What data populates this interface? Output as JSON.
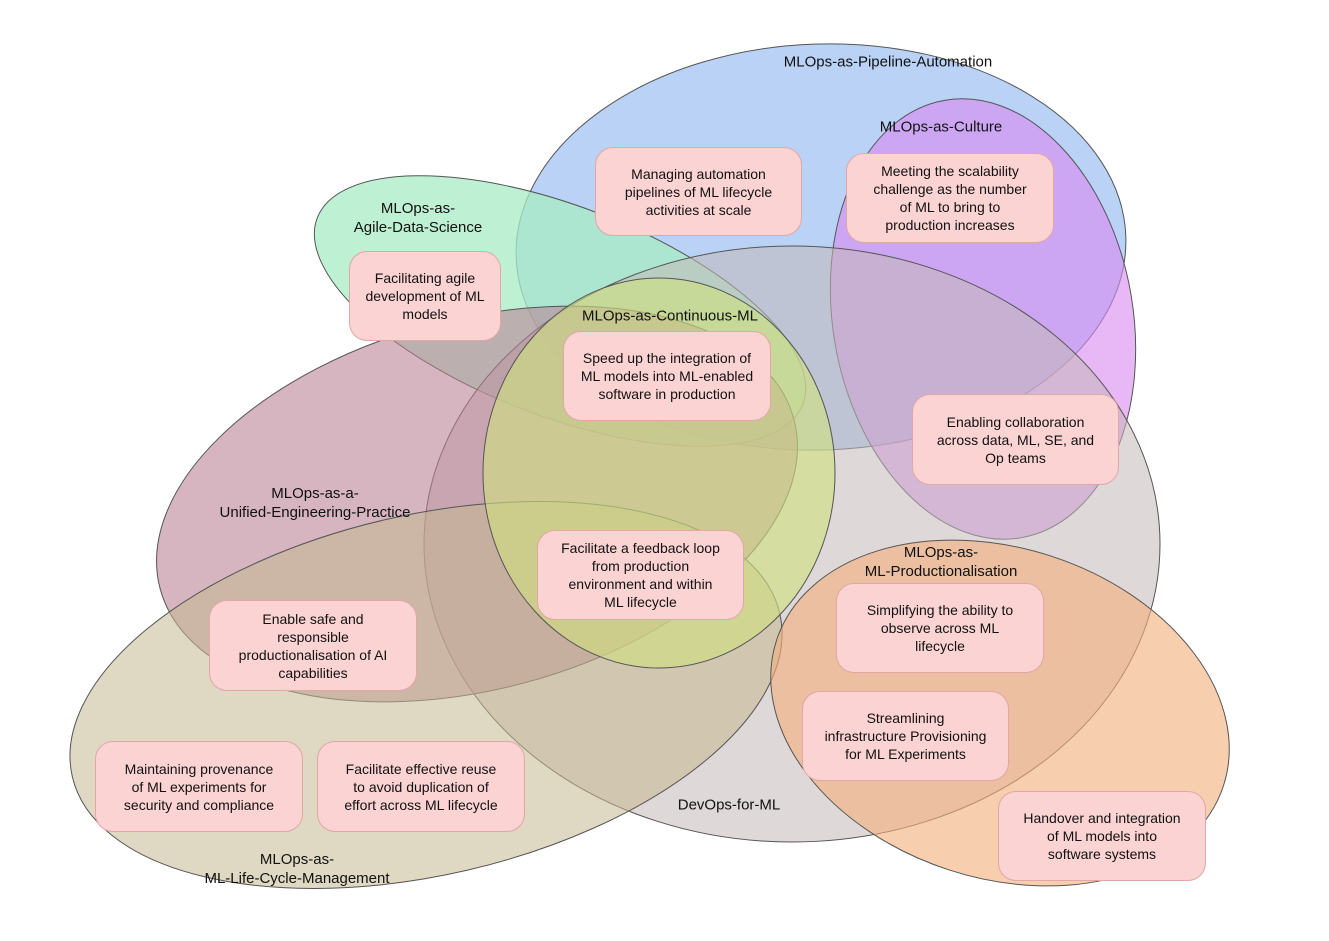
{
  "groups": {
    "pipeline_automation": {
      "label": "MLOps-as-Pipeline-Automation",
      "color": "#a9c8f4"
    },
    "culture": {
      "label": "MLOps-as-Culture",
      "color": "#d98af0"
    },
    "agile_data_science": {
      "label": "MLOps-as-\nAgile-Data-Science",
      "color": "#a8ecc4"
    },
    "continuous_ml": {
      "label": "MLOps-as-Continuous-ML",
      "color": "#cfe080"
    },
    "unified_engineering": {
      "label": "MLOps-as-a-\nUnified-Engineering-Practice",
      "color": "#b88095"
    },
    "devops_for_ml": {
      "label": "DevOps-for-ML",
      "color": "#c4b8b8"
    },
    "ml_productionalisation": {
      "label": "MLOps-as-\nML-Productionalisation",
      "color": "#f2b07c"
    },
    "ml_lifecycle_management": {
      "label": "MLOps-as-\nML-Life-Cycle-Management",
      "color": "#c4b890"
    }
  },
  "cards": {
    "automation_pipelines": "Managing automation\npipelines of ML lifecycle\nactivities at scale",
    "scalability": "Meeting the scalability\nchallenge as the number\nof ML to bring to\nproduction increases",
    "agile_development": "Facilitating agile\ndevelopment of ML\nmodels",
    "speed_up_integration": "Speed up the integration of\nML models into ML-enabled\nsoftware in production",
    "collaboration": "Enabling collaboration\nacross data, ML, SE, and\nOp teams",
    "feedback_loop": "Facilitate a feedback loop\nfrom production\nenvironment and within\nML lifecycle",
    "safe_responsible": "Enable safe and\nresponsible\nproductionalisation of AI\ncapabilities",
    "observe_lifecycle": "Simplifying the ability to\nobserve across ML\nlifecycle",
    "infrastructure": "Streamlining\ninfrastructure Provisioning\nfor ML Experiments",
    "provenance": "Maintaining provenance\nof ML experiments for\nsecurity and compliance",
    "effective_reuse": "Facilitate effective reuse\nto avoid duplication of\neffort across ML lifecycle",
    "handover": "Handover and integration\nof ML models into\nsoftware systems"
  }
}
